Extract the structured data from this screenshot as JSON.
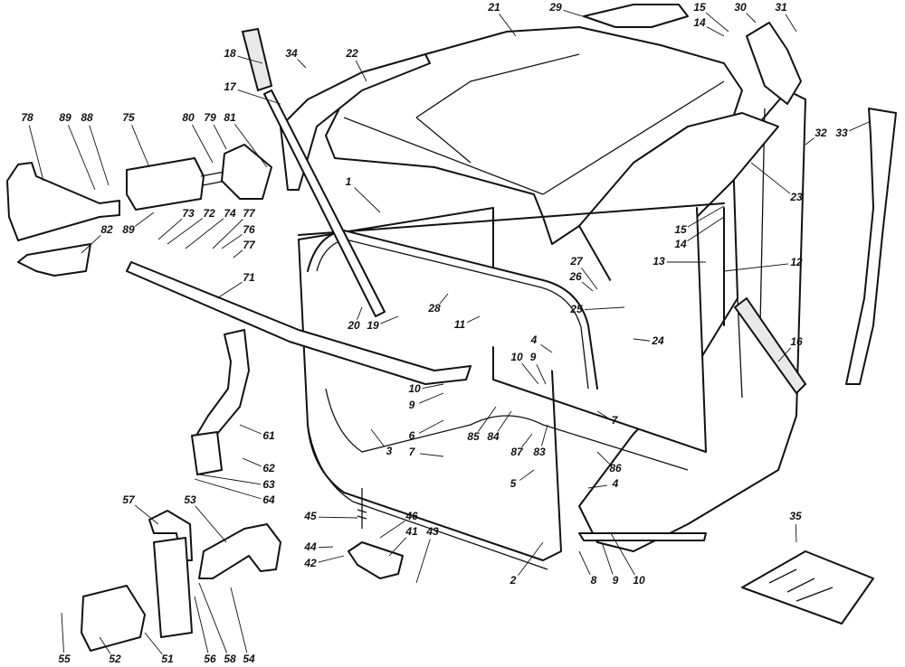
{
  "diagram": {
    "line_color": "#111111",
    "background": "#ffffff",
    "callouts": [
      "1",
      "2",
      "3",
      "4",
      "4",
      "5",
      "6",
      "7",
      "7",
      "8",
      "9",
      "9",
      "9",
      "10",
      "10",
      "10",
      "11",
      "12",
      "13",
      "14",
      "14",
      "15",
      "15",
      "16",
      "17",
      "18",
      "19",
      "20",
      "21",
      "22",
      "23",
      "24",
      "25",
      "26",
      "27",
      "28",
      "29",
      "30",
      "31",
      "32",
      "33",
      "34",
      "35",
      "41",
      "42",
      "43",
      "44",
      "45",
      "46",
      "51",
      "52",
      "53",
      "54",
      "55",
      "56",
      "57",
      "58",
      "61",
      "62",
      "63",
      "64",
      "71",
      "72",
      "73",
      "74",
      "75",
      "76",
      "77",
      "77",
      "78",
      "79",
      "80",
      "81",
      "82",
      "83",
      "84",
      "85",
      "86",
      "87",
      "88",
      "89",
      "89"
    ]
  }
}
